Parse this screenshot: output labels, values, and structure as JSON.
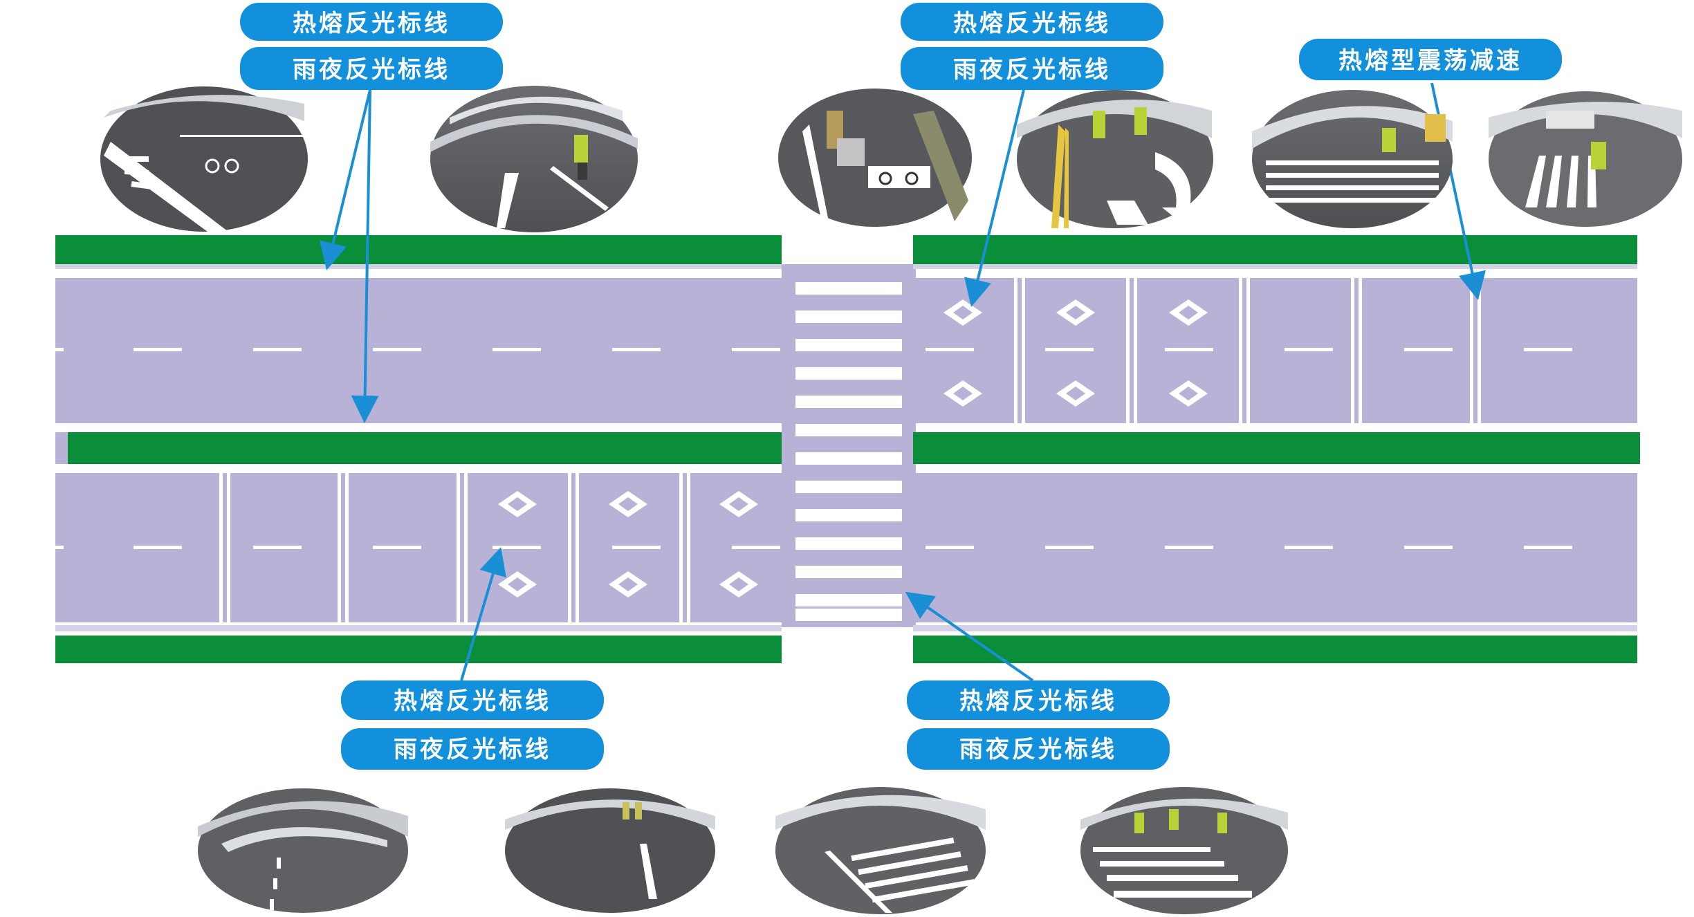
{
  "colors": {
    "green": "#0a8e3a",
    "lane": "#b8b2d6",
    "marking": "#ffffff",
    "callout": "#1290dc",
    "arrow": "#1b8fd6",
    "asphalt": "#5c5e63"
  },
  "callouts": {
    "top_left": [
      "热熔反光标线",
      "雨夜反光标线"
    ],
    "top_center": [
      "热熔反光标线",
      "雨夜反光标线"
    ],
    "top_right": [
      "热熔型震荡减速"
    ],
    "bottom_left": [
      "热熔反光标线",
      "雨夜反光标线"
    ],
    "bottom_right": [
      "热熔反光标线",
      "雨夜反光标线"
    ]
  },
  "photos": [
    {
      "id": "bike-lane-symbol"
    },
    {
      "id": "worker-applying-dashed-line"
    },
    {
      "id": "worker-painting-bike-symbol"
    },
    {
      "id": "worker-turn-arrow-marking"
    },
    {
      "id": "speed-bump-lines"
    },
    {
      "id": "worker-zebra-marking"
    },
    {
      "id": "curved-road-dashed-lines"
    },
    {
      "id": "road-centerline-workers"
    },
    {
      "id": "intersection-crosswalk"
    },
    {
      "id": "crosswalk-workers"
    }
  ]
}
